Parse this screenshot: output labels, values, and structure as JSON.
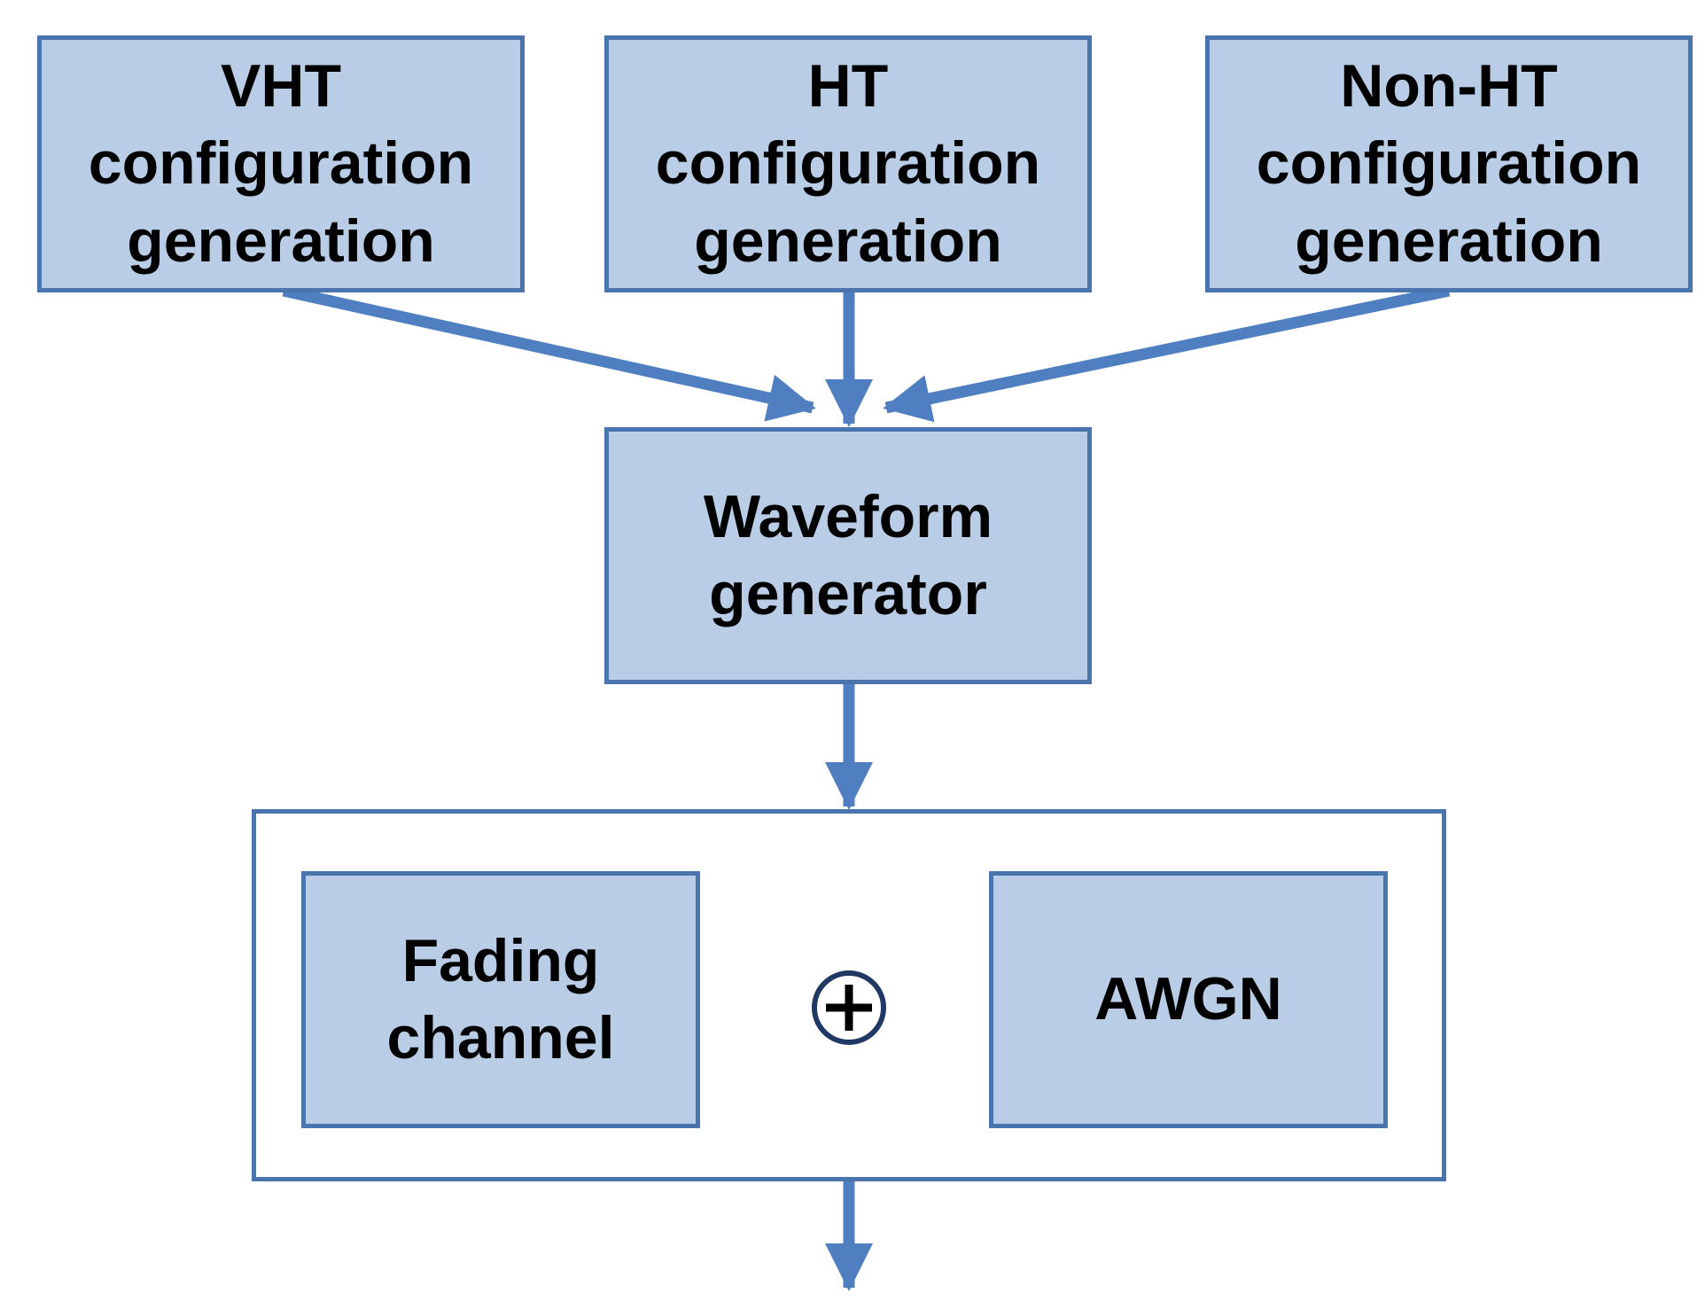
{
  "colors": {
    "box_fill": "#b9cde6",
    "border": "#4a74ad",
    "arrow": "#4f7fc0",
    "text": "#000000"
  },
  "blocks": {
    "vht": [
      "VHT",
      "configuration",
      "generation"
    ],
    "ht": [
      "HT",
      "configuration",
      "generation"
    ],
    "nonht": [
      "Non-HT",
      "configuration",
      "generation"
    ],
    "waveform": [
      "Waveform",
      "generator"
    ],
    "fading": [
      "Fading",
      "channel"
    ],
    "awgn": [
      "AWGN"
    ]
  },
  "symbols": {
    "combine": "circle-plus-icon"
  }
}
